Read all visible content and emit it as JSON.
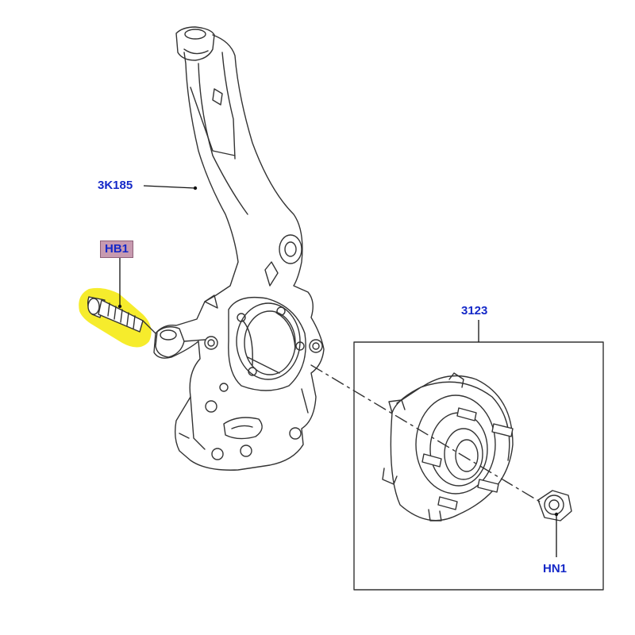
{
  "callouts": {
    "knuckle": "3K185",
    "bolt": "HB1",
    "hub_assembly": "3123",
    "nut": "HN1"
  },
  "colors": {
    "callout_text": "#1428c8",
    "bolt_highlight": "#f5ea1a",
    "bolt_tag_bg": "#c79ab0",
    "line_art": "#333333"
  }
}
